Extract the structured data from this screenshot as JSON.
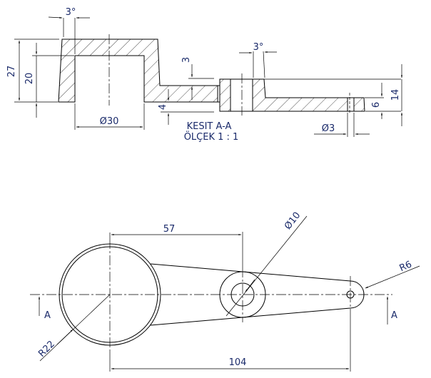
{
  "section_view": {
    "title": "KESIT A-A",
    "scale": "ÖLÇEK 1 : 1",
    "dimensions": {
      "draft_angle_left": "3°",
      "draft_angle_right": "3°",
      "total_height": "27",
      "cavity_depth": "20",
      "cavity_diameter": "Ø30",
      "flange_step": "3",
      "flange_thickness": "4",
      "arm_height": "14",
      "end_thickness": "6",
      "hole_diameter": "Ø3"
    }
  },
  "plan_view": {
    "dimensions": {
      "center_distance_hub": "57",
      "center_distance_end": "104",
      "outer_radius": "R22",
      "hub_hole_diameter": "Ø10",
      "end_radius": "R6"
    },
    "section_marks": {
      "left": "A",
      "right": "A"
    }
  }
}
